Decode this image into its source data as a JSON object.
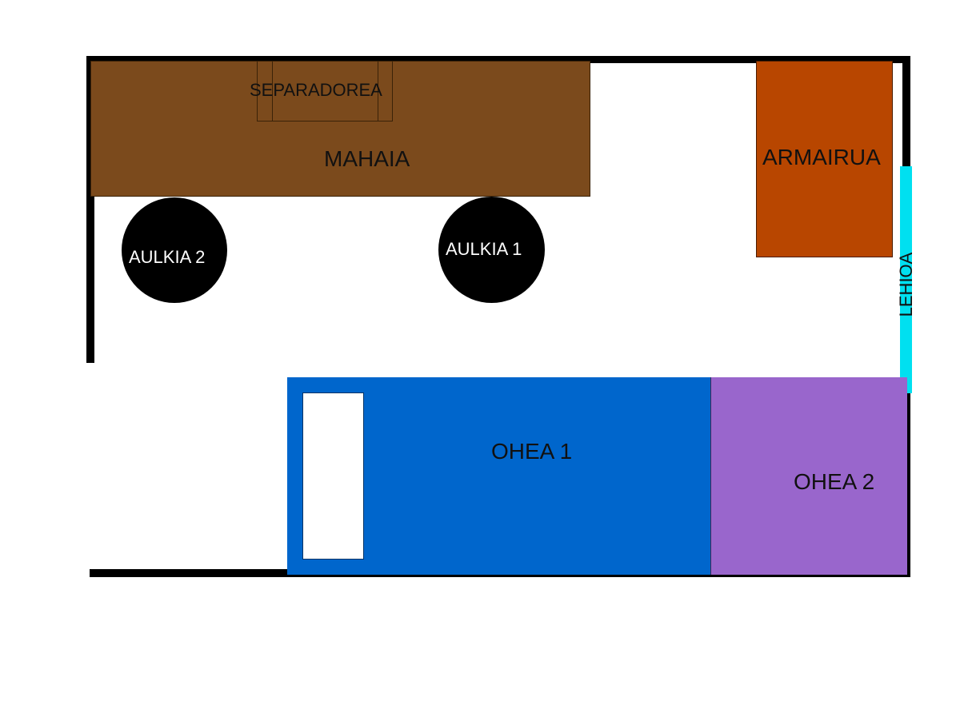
{
  "colors": {
    "wall": "#000000",
    "table": "#7b4a1c",
    "wardrobe": "#b84600",
    "window": "#00e0f0",
    "bed1": "#0066cc",
    "bed2": "#9966cc",
    "chair": "#000000",
    "pillow": "#ffffff"
  },
  "labels": {
    "separator": "SEPARADOREA",
    "table": "MAHAIA",
    "wardrobe": "ARMAIRUA",
    "window": "LEHIOA",
    "chair1": "AULKIA 1",
    "chair2": "AULKIA 2",
    "bed1": "OHEA 1",
    "bed2": "OHEA 2"
  }
}
